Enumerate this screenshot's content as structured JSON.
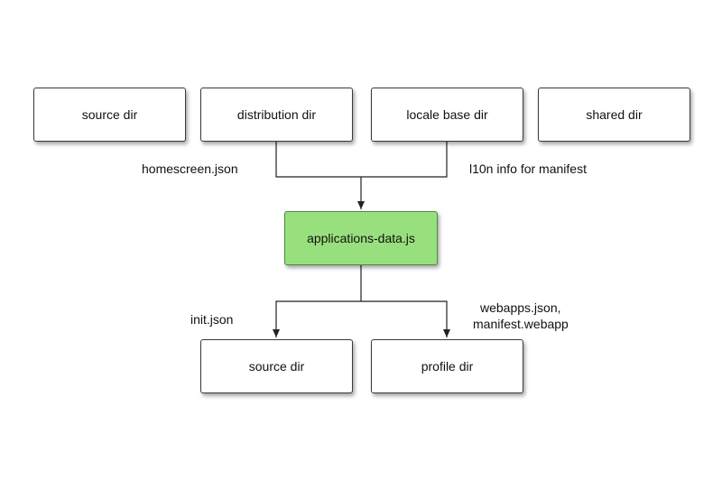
{
  "top_row": {
    "source_dir": "source dir",
    "distribution_dir": "distribution dir",
    "locale_base_dir": "locale base dir",
    "shared_dir": "shared dir"
  },
  "center": {
    "label": "applications-data.js",
    "fill_color": "#98e07d"
  },
  "bottom_row": {
    "source_dir": "source dir",
    "profile_dir": "profile dir"
  },
  "edge_labels": {
    "homescreen": "homescreen.json",
    "l10n": "l10n info for manifest",
    "init": "init.json",
    "webapps_line1": "webapps.json,",
    "webapps_line2": "manifest.webapp"
  }
}
